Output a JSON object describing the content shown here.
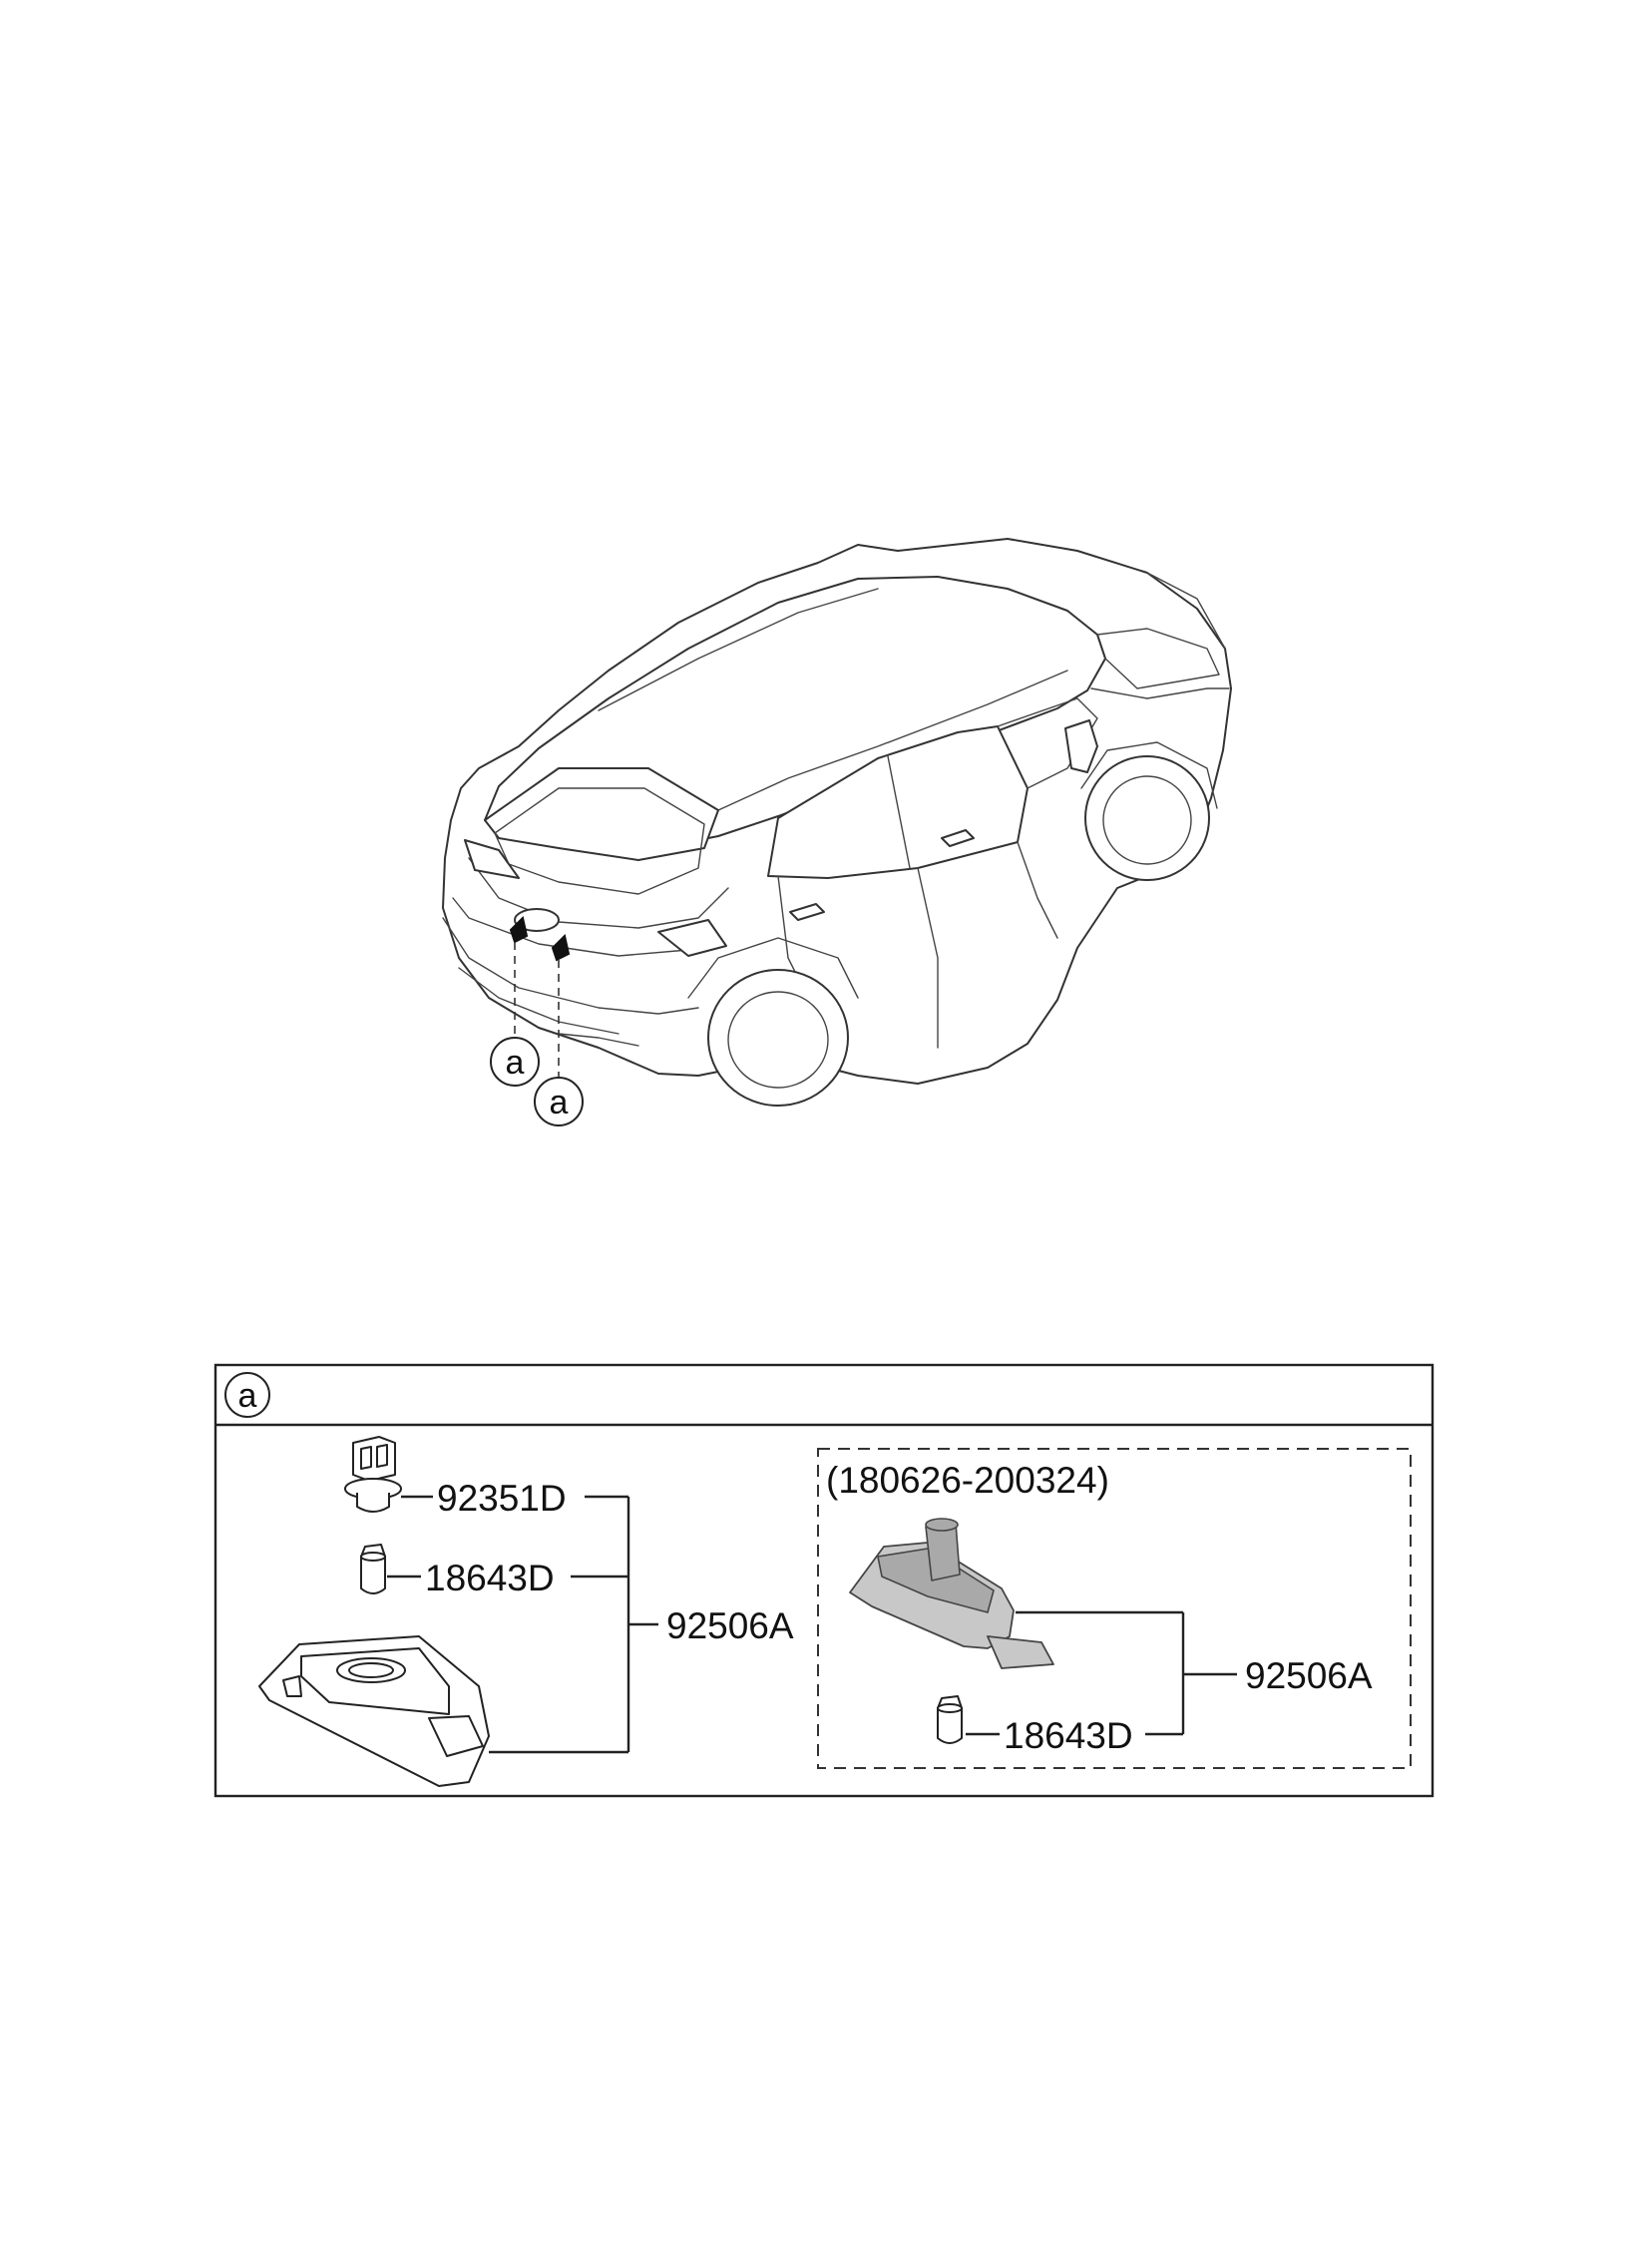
{
  "vehicle_view": {
    "callouts": [
      "a",
      "a"
    ]
  },
  "detail_box": {
    "callout": "a",
    "left_group": {
      "parts": [
        "92351D",
        "18643D"
      ],
      "assembly": "92506A"
    },
    "right_group": {
      "date_range": "(180626-200324)",
      "assembly": "92506A",
      "parts": [
        "18643D"
      ]
    }
  }
}
